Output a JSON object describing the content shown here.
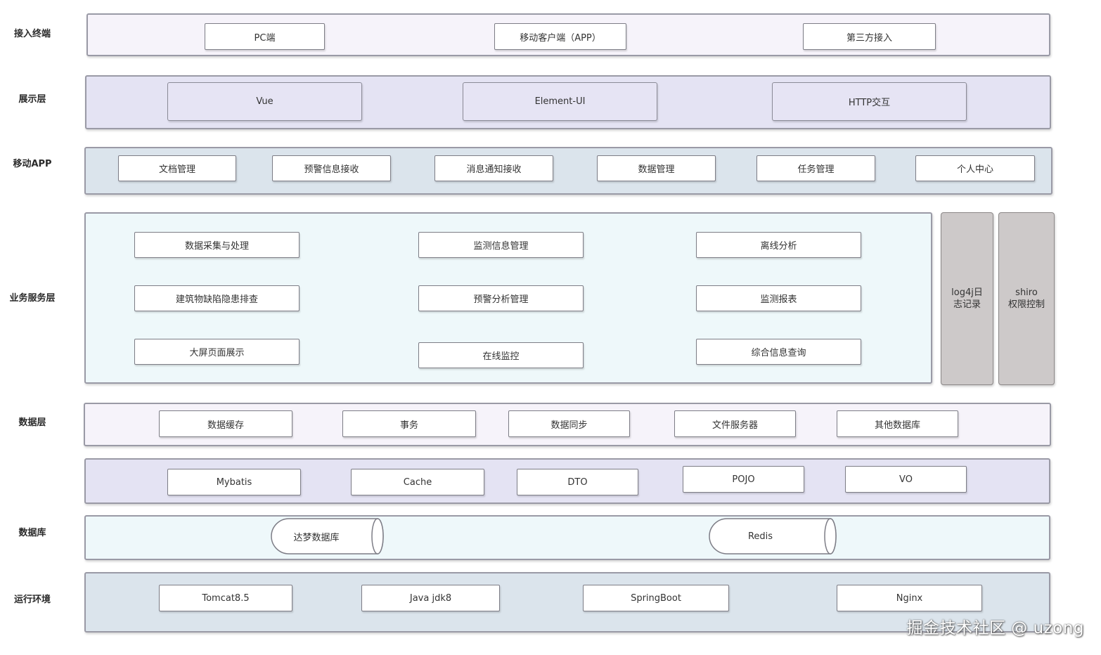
{
  "layers": {
    "access": {
      "label": "接入终端",
      "items": [
        "PC端",
        "移动客户端（APP）",
        "第三方接入"
      ]
    },
    "presentation": {
      "label": "展示层",
      "items": [
        "Vue",
        "Element-UI",
        "HTTP交互"
      ]
    },
    "mobile_app": {
      "label": "移动APP",
      "items": [
        "文档管理",
        "预警信息接收",
        "消息通知接收",
        "数据管理",
        "任务管理",
        "个人中心"
      ]
    },
    "business": {
      "label": "业务服务层",
      "items": [
        "数据采集与处理",
        "监测信息管理",
        "离线分析",
        "建筑物缺陷隐患排查",
        "预警分析管理",
        "监测报表",
        "大屏页面展示",
        "在线监控",
        "综合信息查询"
      ],
      "side": [
        {
          "line1": "log4j日",
          "line2": "志记录"
        },
        {
          "line1": "shiro",
          "line2": "权限控制"
        }
      ]
    },
    "data": {
      "label": "数据层",
      "items": [
        "数据缓存",
        "事务",
        "数据同步",
        "文件服务器",
        "其他数据库"
      ],
      "orm_items": [
        "Mybatis",
        "Cache",
        "DTO",
        "POJO",
        "VO"
      ]
    },
    "database": {
      "label": "数据库",
      "items": [
        "达梦数据库",
        "Redis"
      ]
    },
    "runtime": {
      "label": "运行环境",
      "items": [
        "Tomcat8.5",
        "Java jdk8",
        "SpringBoot",
        "Nginx"
      ]
    }
  },
  "watermark": "掘金技术社区 @ uzong"
}
